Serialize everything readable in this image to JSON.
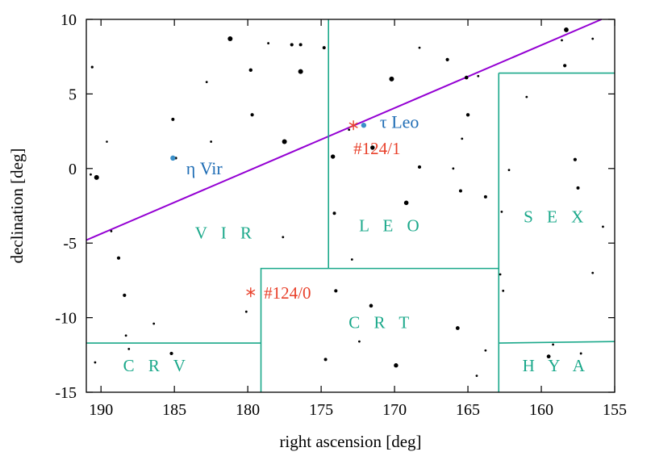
{
  "chart_data": {
    "type": "scatter",
    "title": "",
    "xlabel": "right ascension [deg]",
    "ylabel": "declination [deg]",
    "xlim": [
      191,
      155
    ],
    "ylim": [
      -15,
      10
    ],
    "x_reversed": true,
    "grid": false,
    "legend": "none",
    "x_ticks": [
      190,
      185,
      180,
      175,
      170,
      165,
      160,
      155
    ],
    "y_ticks": [
      10,
      5,
      0,
      -5,
      -10,
      -15
    ],
    "colors": {
      "ecliptic": "#9400d3",
      "boundary": "#1aa88a",
      "constellation_label": "#1aa88a",
      "named_star": "#3a8fc8",
      "named_star_label": "#1f6db5",
      "tail_marker": "#e8402a",
      "field_star": "#000000"
    },
    "ecliptic": {
      "x": [
        191,
        155.9
      ],
      "y": [
        -4.8,
        10
      ]
    },
    "boundaries": [
      {
        "x": [
          174.5,
          174.5
        ],
        "y": [
          10,
          -6.7
        ]
      },
      {
        "x": [
          174.5,
          179.1,
          179.1,
          179.1
        ],
        "y": [
          -6.7,
          -6.7,
          -6.7,
          -15
        ]
      },
      {
        "x": [
          174.5,
          162.9
        ],
        "y": [
          -6.7,
          -6.7
        ]
      },
      {
        "x": [
          162.9,
          162.9
        ],
        "y": [
          6.4,
          -15
        ]
      },
      {
        "x": [
          162.9,
          155
        ],
        "y": [
          6.4,
          6.4
        ]
      },
      {
        "x": [
          162.9,
          155
        ],
        "y": [
          -11.7,
          -11.6
        ]
      },
      {
        "x": [
          191,
          179.1
        ],
        "y": [
          -11.7,
          -11.7
        ]
      }
    ],
    "constellations": [
      {
        "label": "V I R",
        "x": 181.5,
        "y": -4.7
      },
      {
        "label": "L E O",
        "x": 170.2,
        "y": -4.2
      },
      {
        "label": "S E X",
        "x": 159.0,
        "y": -3.6
      },
      {
        "label": "C R T",
        "x": 170.9,
        "y": -10.7
      },
      {
        "label": "C R V",
        "x": 186.2,
        "y": -13.6
      },
      {
        "label": "H Y A",
        "x": 159.0,
        "y": -13.6
      }
    ],
    "named_stars": [
      {
        "label": "η Vir",
        "x": 185.1,
        "y": 0.7,
        "lx": 184.2,
        "ly": 0.0
      },
      {
        "label": "τ Leo",
        "x": 172.1,
        "y": 2.9,
        "lx": 171.0,
        "ly": 3.1
      }
    ],
    "tails": [
      {
        "label": "#124/1",
        "x": 172.8,
        "y": 2.9,
        "lx": 172.8,
        "ly": 1.4
      },
      {
        "label": "#124/0",
        "x": 179.8,
        "y": -8.3,
        "lx": 178.9,
        "ly": -8.3
      }
    ],
    "field_stars": [
      [
        190.6,
        6.8,
        1.6
      ],
      [
        189.6,
        1.8,
        1.3
      ],
      [
        190.3,
        -0.6,
        3.0
      ],
      [
        190.7,
        -0.4,
        1.4
      ],
      [
        189.3,
        -4.2,
        1.4
      ],
      [
        188.8,
        -6.0,
        2.1
      ],
      [
        188.4,
        -8.5,
        2.1
      ],
      [
        188.3,
        -11.2,
        1.4
      ],
      [
        188.1,
        -12.1,
        1.4
      ],
      [
        190.4,
        -13.0,
        1.4
      ],
      [
        186.4,
        -10.4,
        1.4
      ],
      [
        185.2,
        -12.4,
        2.1
      ],
      [
        185.1,
        3.3,
        2.0
      ],
      [
        184.9,
        0.7,
        1.6
      ],
      [
        182.8,
        5.8,
        1.4
      ],
      [
        182.5,
        1.8,
        1.4
      ],
      [
        181.2,
        8.7,
        3.0
      ],
      [
        179.8,
        6.6,
        2.2
      ],
      [
        179.7,
        3.6,
        2.1
      ],
      [
        180.1,
        -9.6,
        1.4
      ],
      [
        178.6,
        8.4,
        1.4
      ],
      [
        177.5,
        1.8,
        3.0
      ],
      [
        177.6,
        -4.6,
        1.4
      ],
      [
        177.0,
        8.3,
        2.1
      ],
      [
        176.4,
        8.3,
        2.0
      ],
      [
        176.4,
        6.5,
        3.0
      ],
      [
        174.8,
        8.1,
        2.0
      ],
      [
        174.2,
        0.8,
        2.7
      ],
      [
        174.1,
        -3.0,
        2.0
      ],
      [
        174.0,
        -8.2,
        2.1
      ],
      [
        174.7,
        -12.8,
        2.0
      ],
      [
        173.1,
        2.6,
        1.4
      ],
      [
        172.9,
        -6.1,
        1.4
      ],
      [
        172.4,
        -11.6,
        1.4
      ],
      [
        171.6,
        -9.2,
        2.3
      ],
      [
        171.5,
        1.4,
        2.7
      ],
      [
        170.2,
        6.0,
        3.0
      ],
      [
        169.9,
        -13.2,
        2.7
      ],
      [
        169.2,
        -2.3,
        2.8
      ],
      [
        168.3,
        0.1,
        2.1
      ],
      [
        168.3,
        8.1,
        1.4
      ],
      [
        166.4,
        7.3,
        2.1
      ],
      [
        166.0,
        0.0,
        1.4
      ],
      [
        165.7,
        -10.7,
        2.4
      ],
      [
        165.5,
        -1.5,
        2.0
      ],
      [
        165.4,
        2.0,
        1.4
      ],
      [
        165.1,
        6.1,
        2.3
      ],
      [
        165.0,
        3.6,
        2.2
      ],
      [
        164.3,
        6.2,
        1.4
      ],
      [
        164.4,
        -13.9,
        1.4
      ],
      [
        163.8,
        -1.9,
        2.0
      ],
      [
        163.8,
        -12.2,
        1.4
      ],
      [
        162.7,
        -2.9,
        1.4
      ],
      [
        162.8,
        -7.1,
        1.4
      ],
      [
        162.6,
        -8.2,
        1.4
      ],
      [
        162.2,
        -0.1,
        1.4
      ],
      [
        161.0,
        4.8,
        1.4
      ],
      [
        159.5,
        -12.6,
        2.4
      ],
      [
        159.2,
        -11.8,
        1.4
      ],
      [
        158.3,
        9.3,
        2.9
      ],
      [
        158.6,
        8.6,
        1.4
      ],
      [
        158.4,
        6.9,
        2.1
      ],
      [
        157.7,
        0.6,
        2.1
      ],
      [
        157.5,
        -1.3,
        2.0
      ],
      [
        157.3,
        -12.4,
        1.4
      ],
      [
        156.5,
        8.7,
        1.4
      ],
      [
        156.5,
        -7.0,
        1.4
      ],
      [
        155.8,
        -3.9,
        1.4
      ]
    ]
  }
}
